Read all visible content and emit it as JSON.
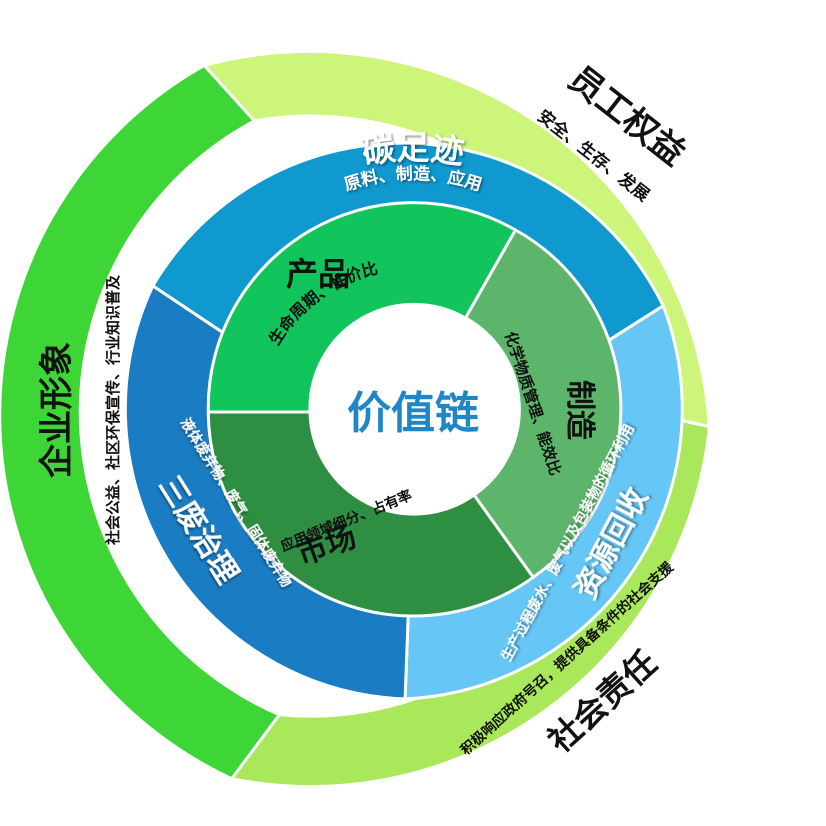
{
  "center": {
    "title": "价值链",
    "color": "#1f86c8"
  },
  "inner_ring": [
    {
      "id": "product",
      "title": "产品",
      "subtitle": "生命周期、性价比",
      "color": "#11c45c"
    },
    {
      "id": "manufacturing",
      "title": "制造",
      "subtitle": "化学物质管理、能效比",
      "color": "#5cb56a"
    },
    {
      "id": "market",
      "title": "市场",
      "subtitle": "应用领域细分、占有率",
      "color": "#2e8e42"
    }
  ],
  "middle_ring": [
    {
      "id": "carbon",
      "title": "碳足迹",
      "subtitle": "原料、制造、应用",
      "color": "#0f99cf"
    },
    {
      "id": "recycling",
      "title": "资源回收",
      "subtitle": "生产过程废水、废气以及包装物的循环利用",
      "color": "#66c6f6"
    },
    {
      "id": "waste",
      "title": "三废治理",
      "subtitle": "液体废弃物、废气、固体废弃物",
      "color": "#1a7dc3"
    }
  ],
  "outer_ring": [
    {
      "id": "employee",
      "title": "员工权益",
      "subtitle": "安全、生存、发展",
      "color": "#ccf579"
    },
    {
      "id": "social",
      "title": "社会责任",
      "subtitle": "积极响应政府号召，提供具备条件的社会支援",
      "color": "#a8e85a"
    },
    {
      "id": "image",
      "title": "企业形象",
      "subtitle": "社会公益、社区环保宣传、行业知识普及",
      "color": "#3ed636"
    }
  ]
}
